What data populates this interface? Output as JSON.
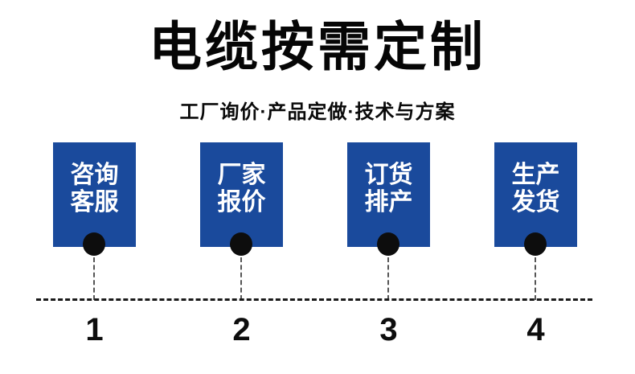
{
  "header": {
    "title": "电缆按需定制",
    "subtitle": "工厂询价·产品定做·技术与方案"
  },
  "steps": [
    {
      "line1": "咨询",
      "line2": "客服",
      "number": "1"
    },
    {
      "line1": "厂家",
      "line2": "报价",
      "number": "2"
    },
    {
      "line1": "订货",
      "line2": "排产",
      "number": "3"
    },
    {
      "line1": "生产",
      "line2": "发货",
      "number": "4"
    }
  ],
  "colors": {
    "box_blue": "#1a4a9c",
    "dot_black": "#0d0d0d",
    "text_white": "#ffffff",
    "line_dark": "#1a1a1a"
  }
}
